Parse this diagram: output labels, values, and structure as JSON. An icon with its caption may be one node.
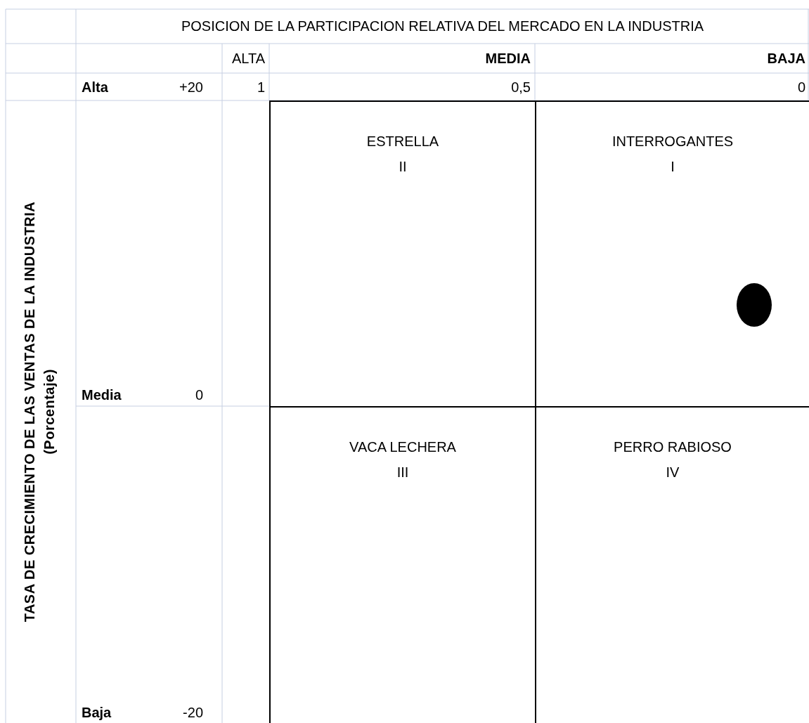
{
  "diagram": {
    "nodes": [
      {
        "text": [
          "ESTRELLA",
          "II"
        ]
      },
      {
        "text": [
          "INTERROGANTES",
          "I"
        ]
      },
      {
        "text": [
          "VACA LECHERA",
          "III"
        ]
      },
      {
        "text": [
          "PERRO RABIOSO",
          "IV"
        ]
      },
      {
        "text": [],
        "shape": "circle",
        "in": 1
      }
    ],
    "labels": [
      "POSICION DE LA PARTICIPACION RELATIVA DEL MERCADO EN LA INDUSTRIA",
      "ALTA",
      "MEDIA",
      "BAJA",
      "Alta",
      "+20",
      "1",
      "0,5",
      "0",
      "TASA DE CRECIMIENTO DE LAS VENTAS DE LA INDUSTRIA",
      "(Porcentaje)",
      "Media",
      "0",
      "Baja",
      "-20"
    ]
  }
}
